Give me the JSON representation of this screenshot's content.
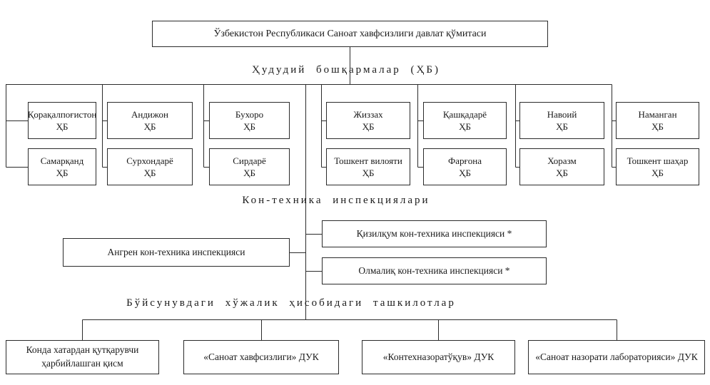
{
  "committee": {
    "title": "Ўзбекистон Республикаси Саноат хавфсизлиги давлат қўмитаси"
  },
  "regional": {
    "heading": "Ҳудудий бошқармалар (ҲБ)",
    "suffix": "ҲБ",
    "columns": [
      {
        "top": "Қорақалпоғистон",
        "bottom": "Самарқанд"
      },
      {
        "top": "Андижон",
        "bottom": "Сурхондарё"
      },
      {
        "top": "Бухоро",
        "bottom": "Сирдарё"
      },
      {
        "top": "Жиззах",
        "bottom": "Тошкент вилояти"
      },
      {
        "top": "Қашқадарё",
        "bottom": "Фарғона"
      },
      {
        "top": "Навоий",
        "bottom": "Хоразм"
      },
      {
        "top": "Наманган",
        "bottom": "Тошкент шаҳар"
      }
    ]
  },
  "inspections": {
    "heading": "Кон-техника инспекциялари",
    "angren": "Ангрен кон-техника инспекцияси",
    "qizilqum": "Қизилқум кон-техника инспекцияси *",
    "olmaliq": "Олмалиқ кон-техника инспекцияси *"
  },
  "organizations": {
    "heading": "Бўйсунувдаги хўжалик ҳисобидаги ташкилотлар",
    "items": [
      "Конда хатардан қутқарувчи ҳарбийлашган қисм",
      "«Саноат хавфсизлиги» ДУК",
      "«Контехназоратўқув» ДУК",
      "«Саноат назорати лабораторияси» ДУК"
    ]
  },
  "colors": {
    "line": "#2b2b2b",
    "background": "#ffffff",
    "text": "#1a1a1a"
  }
}
